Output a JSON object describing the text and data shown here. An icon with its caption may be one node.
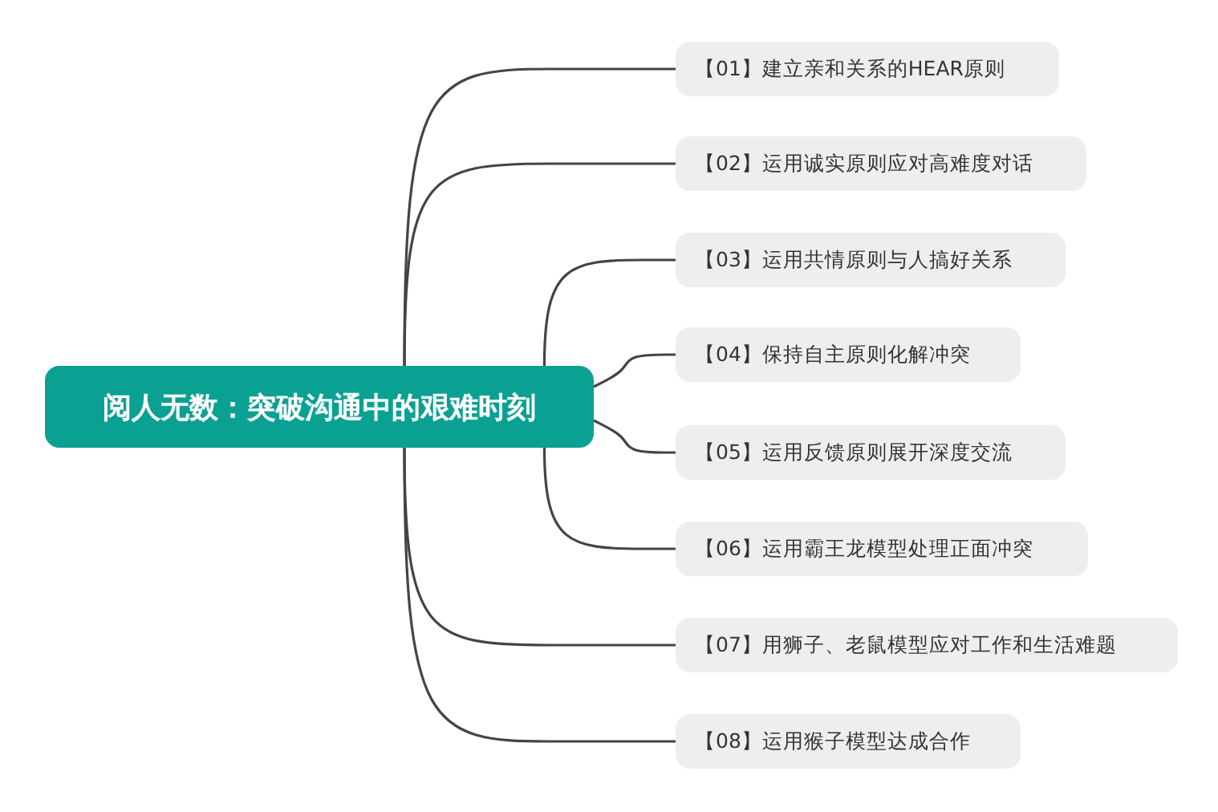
{
  "diagram": {
    "nodes": [
      {
        "text": [
          "阅人无数：突破沟通中的艰难时刻"
        ]
      },
      {
        "text": [
          "【01】建立亲和关系的HEAR原则"
        ]
      },
      {
        "text": [
          "【02】运用诚实原则应对高难度对话"
        ]
      },
      {
        "text": [
          "【03】运用共情原则与人搞好关系"
        ]
      },
      {
        "text": [
          "【04】保持自主原则化解冲突"
        ]
      },
      {
        "text": [
          "【05】运用反馈原则展开深度交流"
        ]
      },
      {
        "text": [
          "【06】运用霸王龙模型处理正面冲突"
        ]
      },
      {
        "text": [
          "【07】用狮子、老鼠模型应对工作和生活难题"
        ]
      },
      {
        "text": [
          "【08】运用猴子模型达成合作"
        ]
      }
    ],
    "edges": [
      {
        "from": 0,
        "to": 1,
        "arrow": "none"
      },
      {
        "from": 0,
        "to": 2,
        "arrow": "none"
      },
      {
        "from": 0,
        "to": 3,
        "arrow": "none"
      },
      {
        "from": 0,
        "to": 4,
        "arrow": "none"
      },
      {
        "from": 0,
        "to": 5,
        "arrow": "none"
      },
      {
        "from": 0,
        "to": 6,
        "arrow": "none"
      },
      {
        "from": 0,
        "to": 7,
        "arrow": "none"
      },
      {
        "from": 0,
        "to": 8,
        "arrow": "none"
      }
    ]
  }
}
